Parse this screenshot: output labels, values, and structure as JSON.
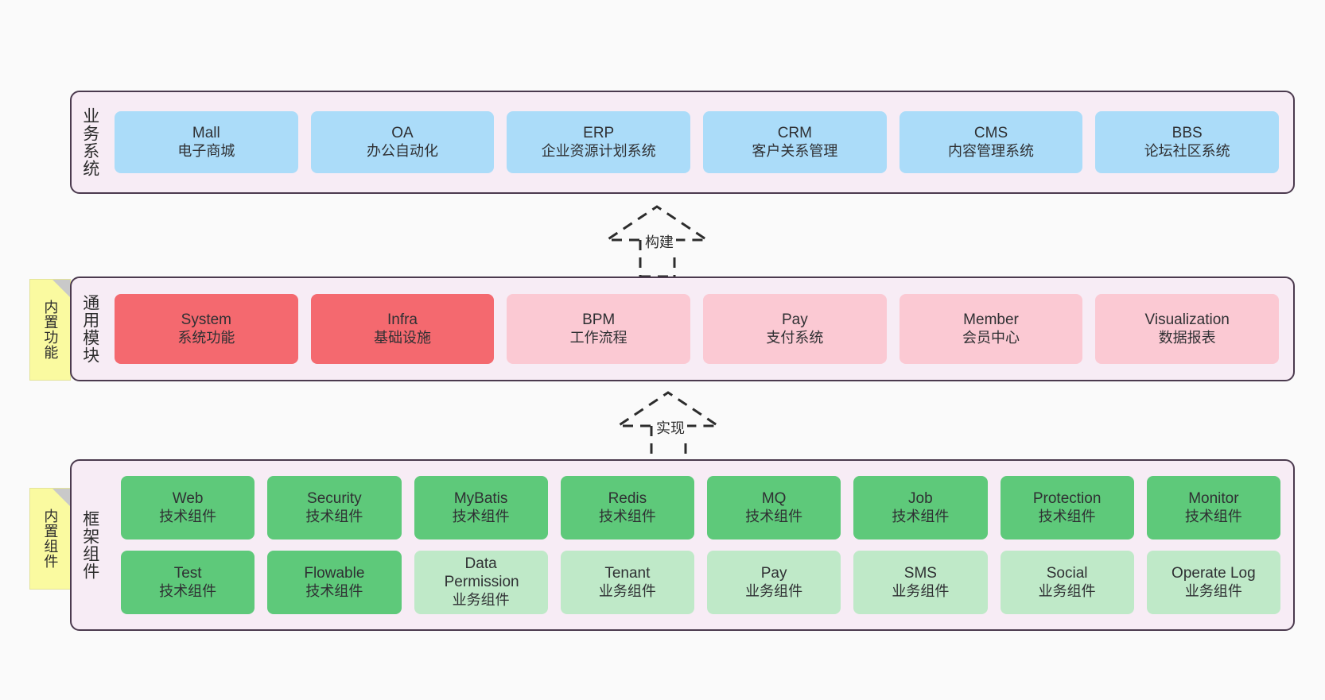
{
  "canvas": {
    "background": "#fafafa",
    "panel_bg": "#f7ecf5",
    "panel_border": "#4b3a4e",
    "colors": {
      "business_blue": "#abdcf9",
      "module_red": "#f4696f",
      "module_pink": "#fbc9d3",
      "tech_green": "#5ec97a",
      "biz_green": "#bfe9c8",
      "note_yellow": "#fafaa0"
    }
  },
  "layers": [
    {
      "id": "business-system",
      "title": "业务系统",
      "cards": [
        {
          "en": "Mall",
          "cn": "电子商城"
        },
        {
          "en": "OA",
          "cn": "办公自动化"
        },
        {
          "en": "ERP",
          "cn": "企业资源计划系统"
        },
        {
          "en": "CRM",
          "cn": "客户关系管理"
        },
        {
          "en": "CMS",
          "cn": "内容管理系统"
        },
        {
          "en": "BBS",
          "cn": "论坛社区系统"
        }
      ]
    },
    {
      "id": "common-module",
      "title": "通用模块",
      "note": "内置功能",
      "cards": [
        {
          "en": "System",
          "cn": "系统功能",
          "tone": "red"
        },
        {
          "en": "Infra",
          "cn": "基础设施",
          "tone": "red"
        },
        {
          "en": "BPM",
          "cn": "工作流程",
          "tone": "pink"
        },
        {
          "en": "Pay",
          "cn": "支付系统",
          "tone": "pink"
        },
        {
          "en": "Member",
          "cn": "会员中心",
          "tone": "pink"
        },
        {
          "en": "Visualization",
          "cn": "数据报表",
          "tone": "pink"
        }
      ]
    },
    {
      "id": "framework-component",
      "title": "框架组件",
      "note": "内置组件",
      "row_tech": [
        {
          "en": "Web",
          "cn": "技术组件"
        },
        {
          "en": "Security",
          "cn": "技术组件"
        },
        {
          "en": "MyBatis",
          "cn": "技术组件"
        },
        {
          "en": "Redis",
          "cn": "技术组件"
        },
        {
          "en": "MQ",
          "cn": "技术组件"
        },
        {
          "en": "Job",
          "cn": "技术组件"
        },
        {
          "en": "Protection",
          "cn": "技术组件"
        },
        {
          "en": "Monitor",
          "cn": "技术组件"
        }
      ],
      "row_biz": [
        {
          "en": "Test",
          "cn": "技术组件",
          "tone": "green"
        },
        {
          "en": "Flowable",
          "cn": "技术组件",
          "tone": "green"
        },
        {
          "en": "Data Permission",
          "cn": "业务组件",
          "tone": "lightgreen"
        },
        {
          "en": "Tenant",
          "cn": "业务组件",
          "tone": "lightgreen"
        },
        {
          "en": "Pay",
          "cn": "业务组件",
          "tone": "lightgreen"
        },
        {
          "en": "SMS",
          "cn": "业务组件",
          "tone": "lightgreen"
        },
        {
          "en": "Social",
          "cn": "业务组件",
          "tone": "lightgreen"
        },
        {
          "en": "Operate Log",
          "cn": "业务组件",
          "tone": "lightgreen"
        }
      ]
    }
  ],
  "connectors": [
    {
      "id": "build",
      "label": "构建"
    },
    {
      "id": "realize",
      "label": "实现"
    }
  ]
}
